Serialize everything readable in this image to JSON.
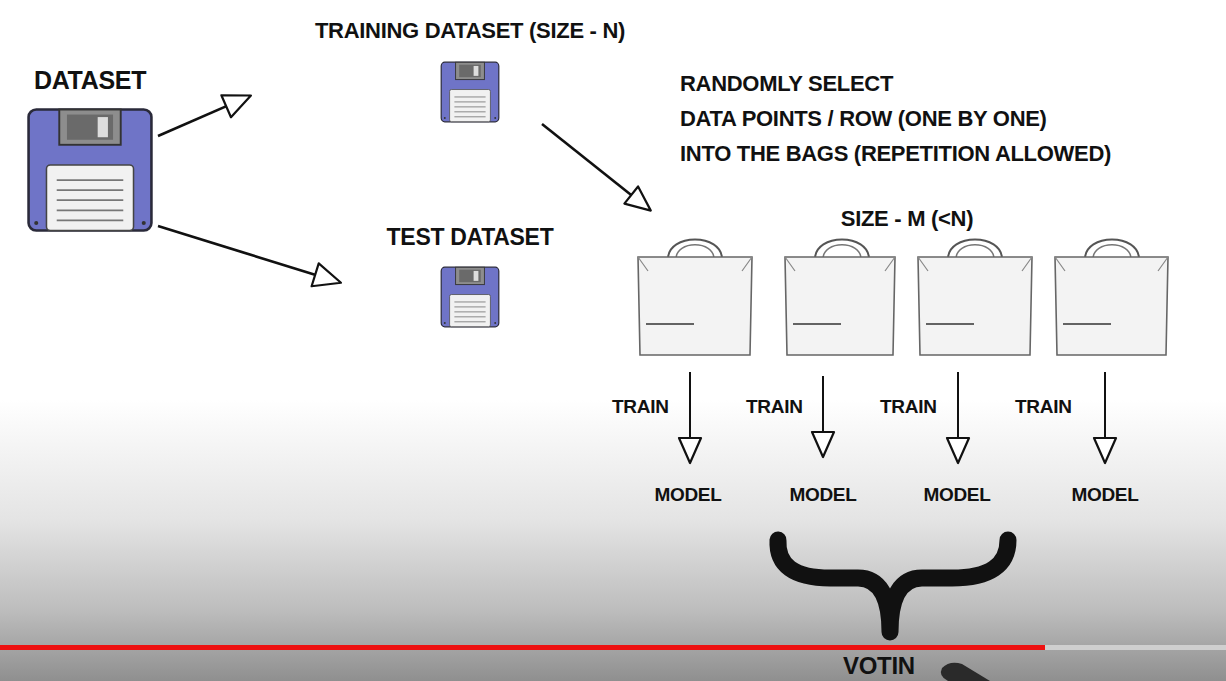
{
  "diagram": {
    "nodes": [
      {
        "text": [
          "DATASET"
        ]
      },
      {
        "text": [
          "TRAINING DATASET (SIZE - N)"
        ]
      },
      {
        "text": [
          "TEST DATASET"
        ]
      }
    ],
    "edges": [
      {
        "from": 0,
        "to": 1,
        "arrow": "to"
      },
      {
        "from": 0,
        "to": 2,
        "arrow": "to"
      }
    ],
    "labels": [
      "RANDOMLY SELECT",
      "DATA POINTS / ROW (ONE BY ONE)",
      "INTO THE BAGS (REPETITION ALLOWED)",
      "SIZE - M (<N)",
      "TRAIN",
      "TRAIN",
      "TRAIN",
      "TRAIN",
      "MODEL",
      "MODEL",
      "MODEL",
      "MODEL",
      "VOTIN"
    ]
  }
}
